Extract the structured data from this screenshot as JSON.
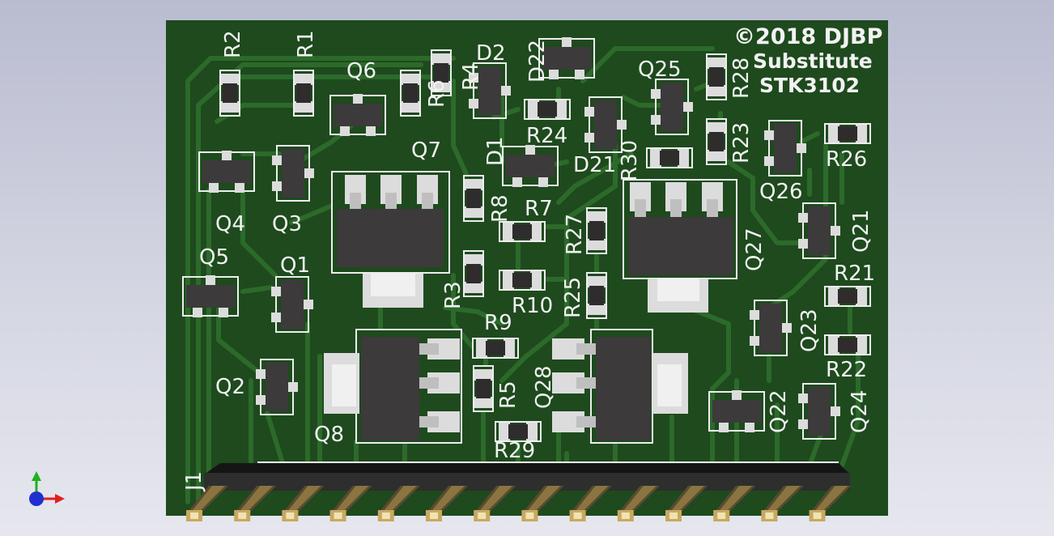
{
  "board": {
    "copyright_text": "©2018 DJBP",
    "title_line_1": "Substitute",
    "title_line_2": "STK3102",
    "colors": {
      "soldermask": "#1e4a1e",
      "trace": "#2c6a2a",
      "pad": "#dcdcdc",
      "component_body": "#3c3a3a",
      "silkscreen": "#f2f2f2",
      "pin_metal": "#c8a860"
    }
  },
  "designators": {
    "R1": "R1",
    "R2": "R2",
    "R3": "R3",
    "R4": "R4",
    "R5": "R5",
    "R6": "R6",
    "R7": "R7",
    "R8": "R8",
    "R9": "R9",
    "R10": "R10",
    "R21": "R21",
    "R22": "R22",
    "R23": "R23",
    "R24": "R24",
    "R25": "R25",
    "R26": "R26",
    "R27": "R27",
    "R28": "R28",
    "R29": "R29",
    "R30": "R30",
    "Q1": "Q1",
    "Q2": "Q2",
    "Q3": "Q3",
    "Q4": "Q4",
    "Q5": "Q5",
    "Q6": "Q6",
    "Q7": "Q7",
    "Q8": "Q8",
    "Q21": "Q21",
    "Q22": "Q22",
    "Q23": "Q23",
    "Q24": "Q24",
    "Q25": "Q25",
    "Q26": "Q26",
    "Q27": "Q27",
    "Q28": "Q28",
    "D1": "D1",
    "D2": "D2",
    "D21": "D21",
    "D22": "D22",
    "J1": "J1"
  },
  "connector": {
    "pin_count": 14
  },
  "axis_gizmo": {
    "icon": "xyz-axes-icon",
    "x_color": "#e02020",
    "y_color": "#20b020",
    "z_color": "#2030d0"
  }
}
